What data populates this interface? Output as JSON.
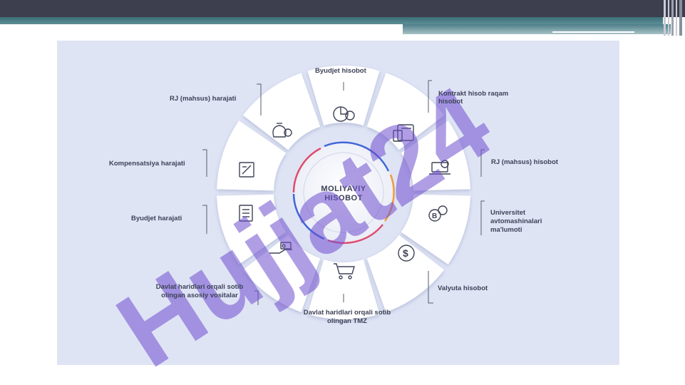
{
  "diagram": {
    "center_title_line1": "MOLIYAVIY",
    "center_title_line2": "HISOBOT",
    "segments": [
      {
        "label": "Byudjet hisobot",
        "icon": "pie-chart-coin-icon"
      },
      {
        "label": "Kontrakt hisob raqam hisobot",
        "icon": "calculator-document-icon"
      },
      {
        "label": "RJ (mahsus) hisobot",
        "icon": "laptop-report-icon"
      },
      {
        "label": "Universitet avtomashinalari ma'lumoti",
        "icon": "bitcoin-coins-icon"
      },
      {
        "label": "Valyuta hisobot",
        "icon": "dollar-cycle-icon"
      },
      {
        "label": "Davlat haridlari orqali sotib olingan TMZ",
        "icon": "shopping-cart-icon"
      },
      {
        "label": "Davlat haridlari orqali sotib olingan asosiy vositalar",
        "icon": "hand-money-icon"
      },
      {
        "label": "Byudjet harajati",
        "icon": "budget-document-icon"
      },
      {
        "label": "Kompensatsiya harajati",
        "icon": "compensation-document-icon"
      },
      {
        "label": "RJ (mahsus) harajati",
        "icon": "money-bag-icon"
      }
    ]
  },
  "labels": {
    "byudjet_hisobot": "Byudjet hisobot",
    "kontrakt_l1": "Kontrakt hisob raqam",
    "kontrakt_l2": "hisobot",
    "rj_hisobot": "RJ (mahsus) hisobot",
    "univ_l1": "Universitet",
    "univ_l2": "avtomashinalari",
    "univ_l3": "ma'lumoti",
    "valyuta": "Valyuta hisobot",
    "tmz_l1": "Davlat haridlari orqali sotib",
    "tmz_l2": "olingan TMZ",
    "asosiy_l1": "Davlat haridlari orqali sotib",
    "asosiy_l2": "olingan asosiy vositalar",
    "byudjet_harajati": "Byudjet harajati",
    "kompensatsiya": "Kompensatsiya harajati",
    "rj_harajati": "RJ (mahsus) harajati"
  },
  "watermark": {
    "text": "Hujjat24",
    "color": "#7d62c8"
  },
  "colors": {
    "panel": "#dfe4f5",
    "tile": "#ffffff",
    "topbar": "#3d3f4f",
    "teal": "#3c6e77"
  }
}
